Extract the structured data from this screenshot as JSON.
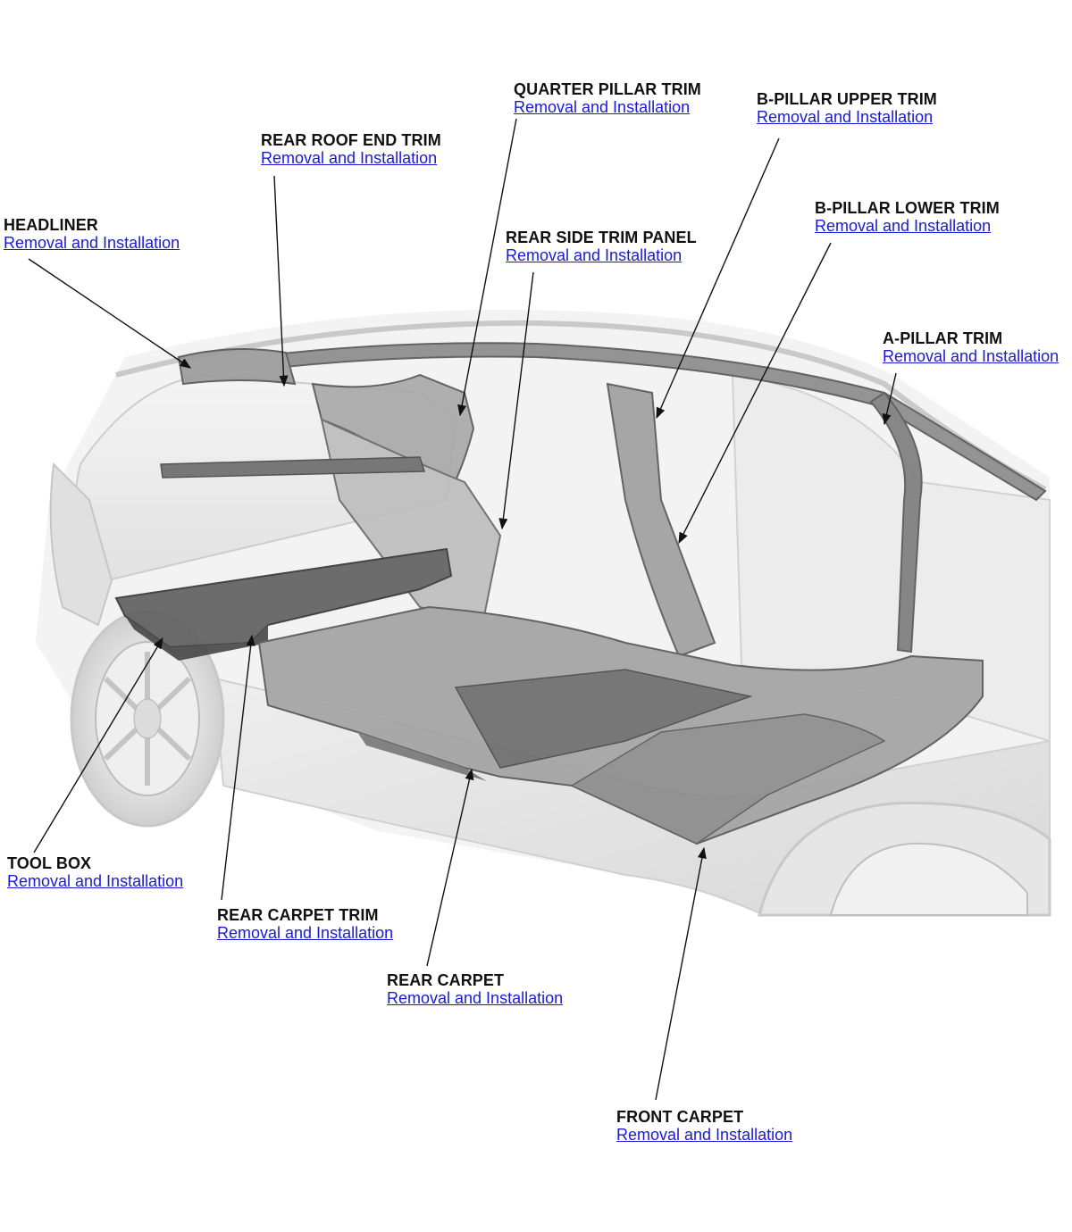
{
  "callouts": [
    {
      "id": "headliner",
      "title": "HEADLINER",
      "link": "Removal and Installation"
    },
    {
      "id": "rear-roof-end-trim",
      "title": "REAR ROOF END TRIM",
      "link": "Removal and Installation"
    },
    {
      "id": "quarter-pillar-trim",
      "title": "QUARTER PILLAR TRIM",
      "link": "Removal and Installation"
    },
    {
      "id": "b-pillar-upper-trim",
      "title": "B-PILLAR UPPER TRIM",
      "link": "Removal and Installation"
    },
    {
      "id": "b-pillar-lower-trim",
      "title": "B-PILLAR LOWER TRIM",
      "link": "Removal and Installation"
    },
    {
      "id": "rear-side-trim-panel",
      "title": "REAR SIDE TRIM PANEL",
      "link": "Removal and Installation"
    },
    {
      "id": "a-pillar-trim",
      "title": "A-PILLAR TRIM",
      "link": "Removal and Installation"
    },
    {
      "id": "tool-box",
      "title": "TOOL BOX",
      "link": "Removal and Installation"
    },
    {
      "id": "rear-carpet-trim",
      "title": "REAR CARPET TRIM",
      "link": "Removal and Installation"
    },
    {
      "id": "rear-carpet",
      "title": "REAR CARPET",
      "link": "Removal and Installation"
    },
    {
      "id": "front-carpet",
      "title": "FRONT CARPET",
      "link": "Removal and Installation"
    }
  ],
  "colors": {
    "label": "#111111",
    "link": "#1a1ad6",
    "leader": "#111111",
    "part_dark": "#5e5e5e",
    "body_light": "#e4e4e4"
  }
}
